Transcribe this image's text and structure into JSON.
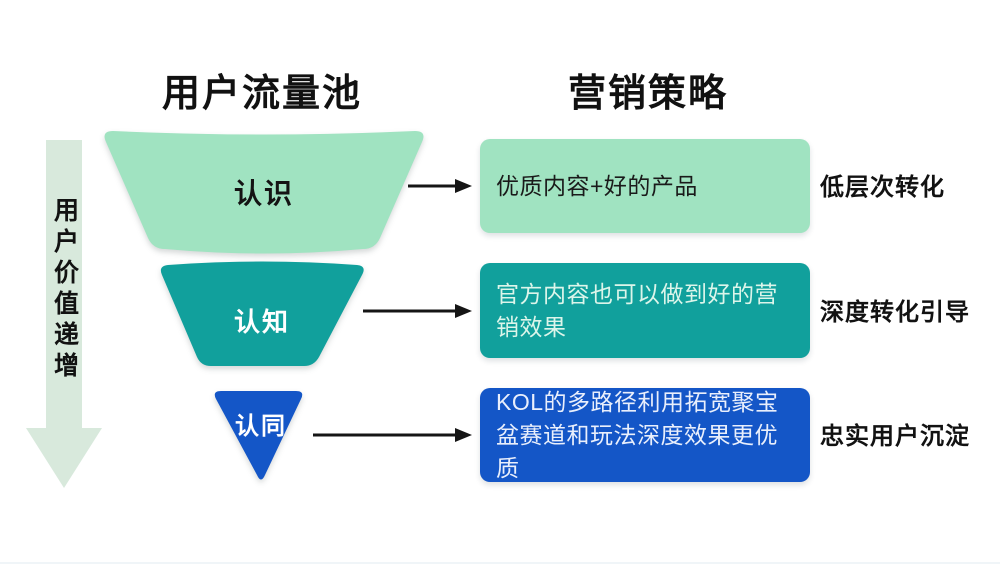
{
  "titles": {
    "left": "用户流量池",
    "right": "营销策略"
  },
  "value_axis": {
    "label": "用户价值递增",
    "color": "#d8e9dc",
    "text_color": "#121212"
  },
  "funnel": {
    "levels": [
      {
        "label": "认识",
        "color": "#a0e3c1",
        "text_color": "#141414"
      },
      {
        "label": "认知",
        "color": "#11a09c",
        "text_color": "#ffffff"
      },
      {
        "label": "认同",
        "color": "#1456c7",
        "text_color": "#ffffff"
      }
    ]
  },
  "strategies": [
    {
      "box_text": "优质内容+好的产品",
      "box_color": "#a0e3c1",
      "text_color": "#1a1a1a",
      "outcome": "低层次转化"
    },
    {
      "box_text": "官方内容也可以做到好的营销效果",
      "box_color": "#11a09c",
      "text_color": "#dcf5ea",
      "outcome": "深度转化引导"
    },
    {
      "box_text": "KOL的多路径利用拓宽聚宝盆赛道和玩法深度效果更优质",
      "box_color": "#1456c7",
      "text_color": "#e9effc",
      "outcome": "忠实用户沉淀"
    }
  ],
  "arrow_color": "#151515"
}
